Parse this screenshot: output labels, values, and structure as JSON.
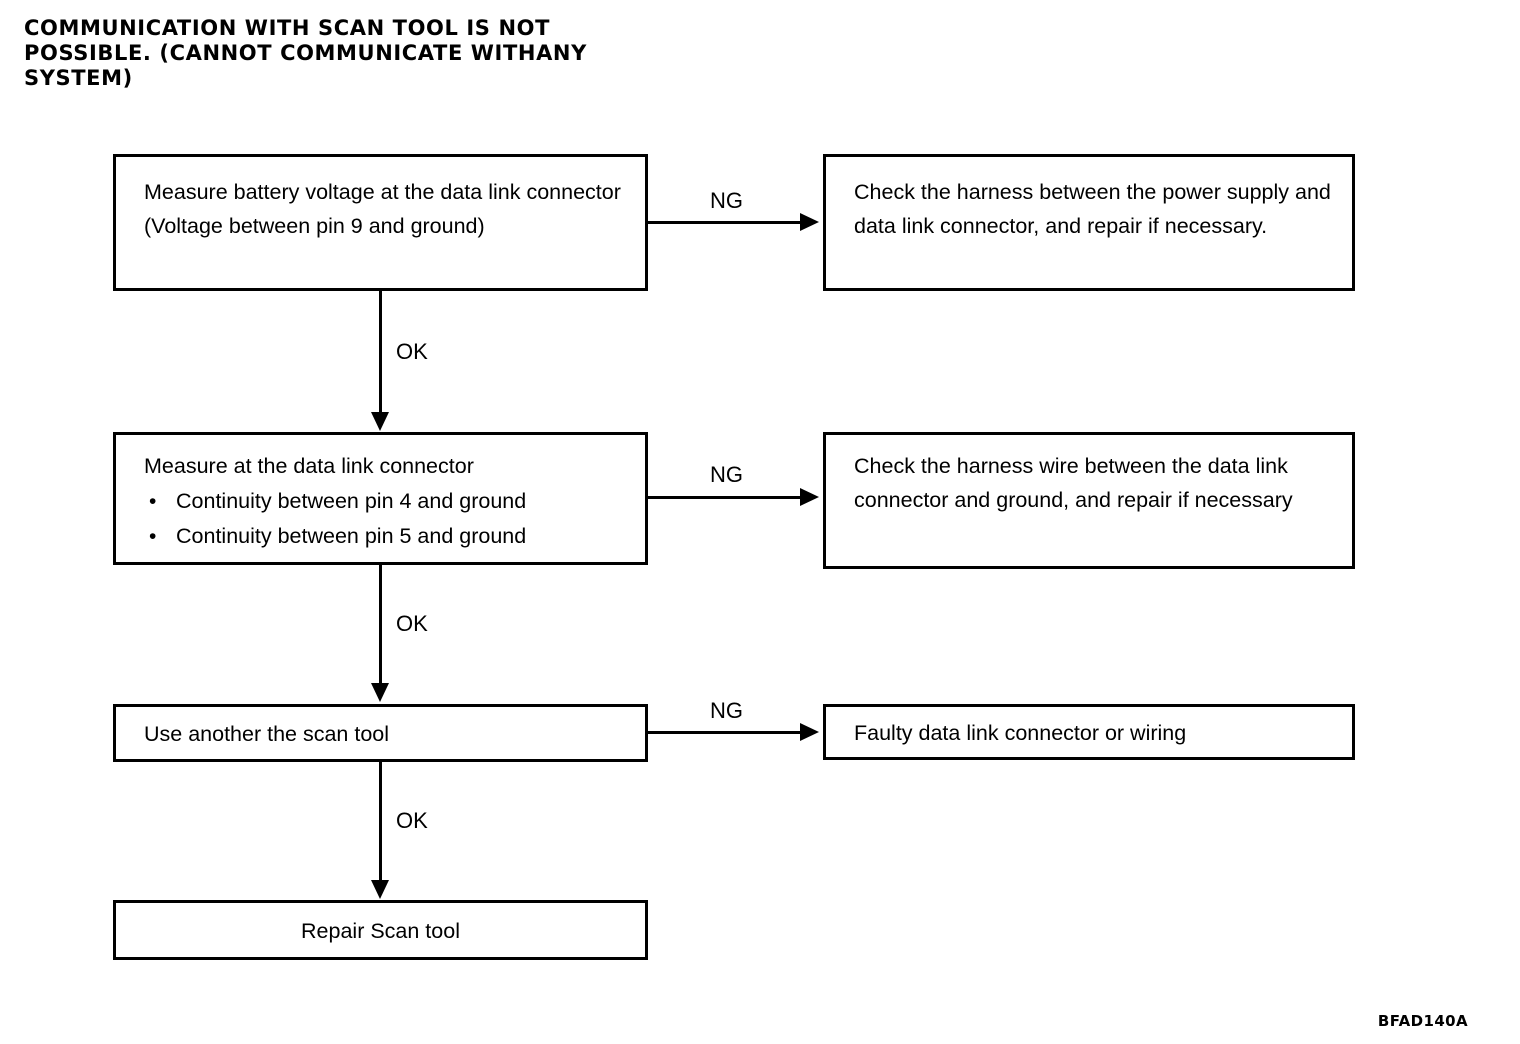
{
  "title": "COMMUNICATION WITH SCAN TOOL IS NOT POSSIBLE. (CANNOT COMMUNICATE WITHANY SYSTEM)",
  "footer_code": "BFAD140A",
  "flow": {
    "steps": [
      {
        "id": "step-1",
        "text": "Measure battery voltage at the data link connector\n(Voltage between pin 9 and ground)"
      },
      {
        "id": "step-2",
        "header": "Measure at the data link connector",
        "bullets": [
          "Continuity between pin 4 and ground",
          "Continuity between pin 5 and ground"
        ]
      },
      {
        "id": "step-3",
        "text": "Use another the scan tool"
      },
      {
        "id": "step-4",
        "text": "Repair Scan tool"
      }
    ],
    "outcomes": [
      {
        "id": "outcome-1",
        "text": "Check the harness between the power supply and data link connector, and repair if necessary."
      },
      {
        "id": "outcome-2",
        "text": "Check the harness wire between the data link connector and ground, and repair if necessary"
      },
      {
        "id": "outcome-3",
        "text": "Faulty data link connector or wiring"
      }
    ],
    "labels": {
      "ng_1": "NG",
      "ng_2": "NG",
      "ng_3": "NG",
      "ok_1": "OK",
      "ok_2": "OK",
      "ok_3": "OK"
    }
  },
  "colors": {
    "ink": "#000000",
    "paper": "#ffffff"
  }
}
